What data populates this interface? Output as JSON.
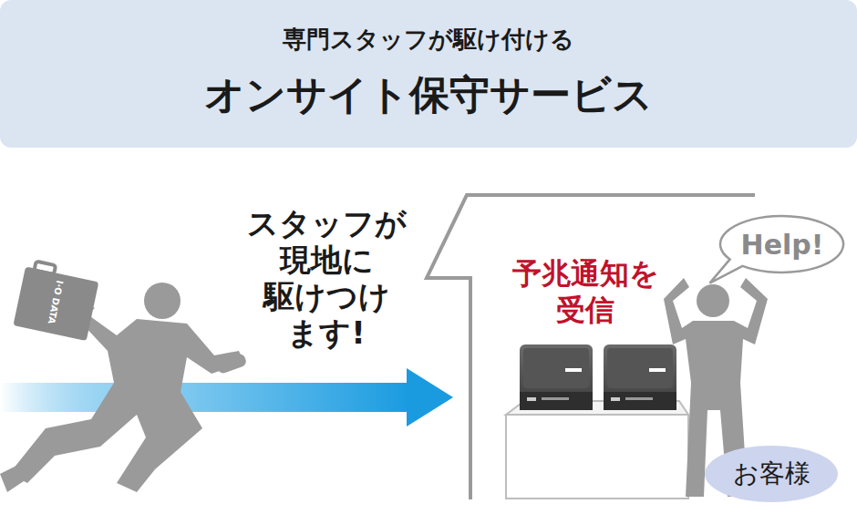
{
  "diagram": {
    "nodes": [
      {
        "text": [
          "専門スタッフが駆け付ける",
          "オンサイト保守サービス"
        ]
      },
      {
        "text": [
          "Help!"
        ]
      },
      {
        "text": [
          "お客様"
        ]
      }
    ],
    "labels": [
      "スタッフが 現地に 駆けつけ ます!",
      "予兆通知を 受信",
      "I·O DATA"
    ]
  }
}
